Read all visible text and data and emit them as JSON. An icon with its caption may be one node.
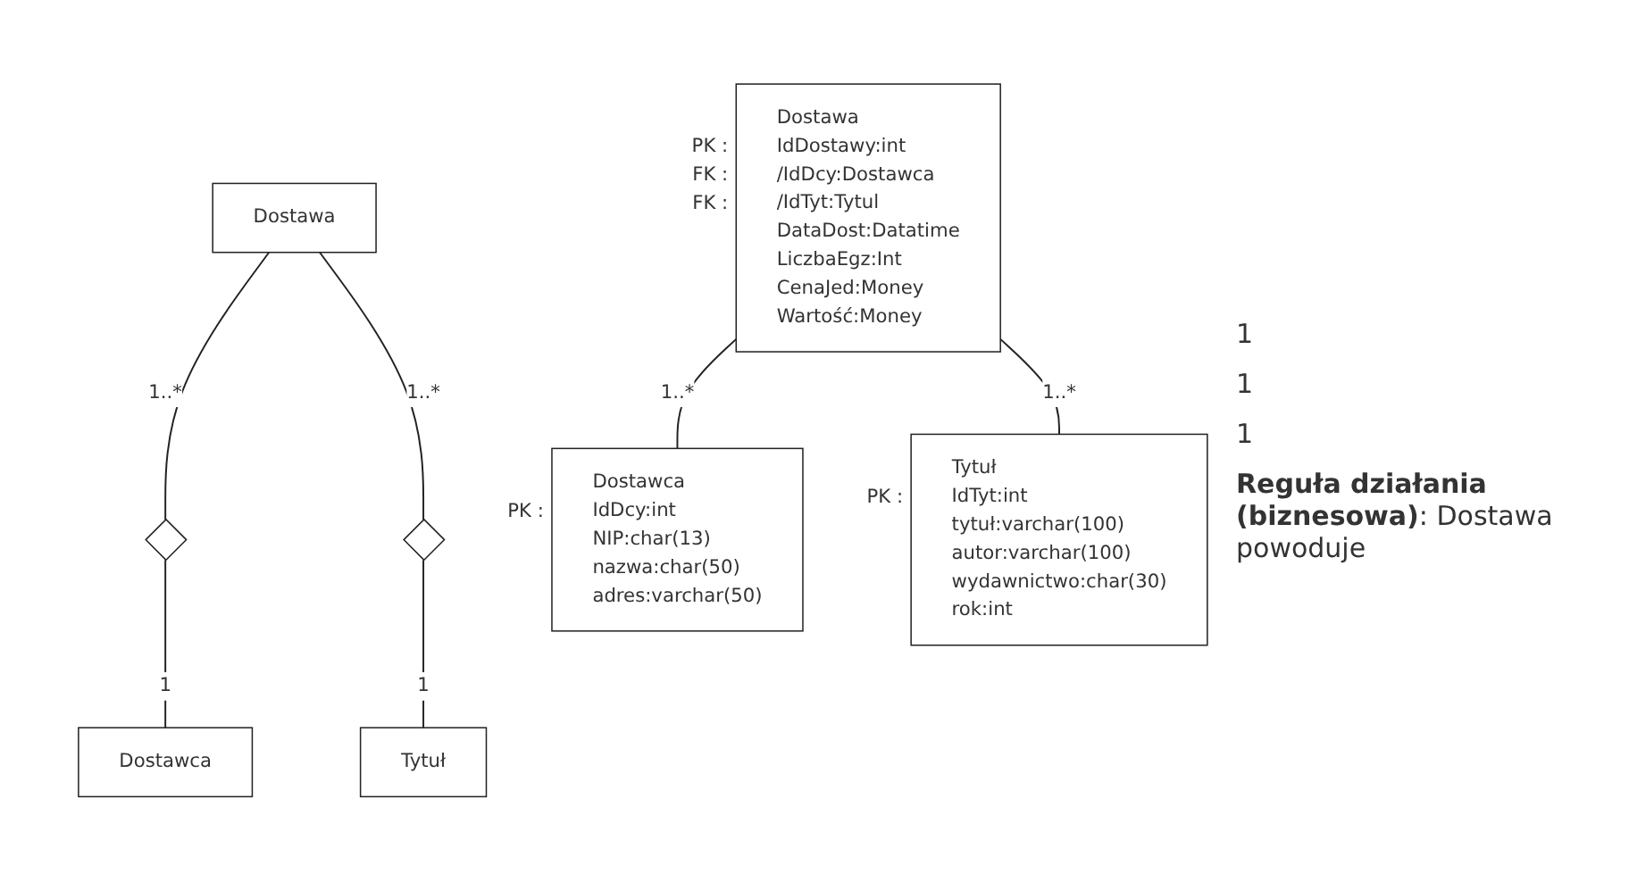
{
  "diagram": {
    "caption": "**Reguła działania (biznesowa)**: Dostawa powoduje",
    "nodes": [
      {
        "text": [
          "Dostawa"
        ]
      },
      {
        "text": [],
        "shape": "diamond"
      },
      {
        "text": [],
        "shape": "diamond"
      },
      {
        "text": [
          "Dostawca"
        ]
      },
      {
        "text": [
          "Tytuł"
        ]
      },
      {
        "text": [
          "Dostawa",
          "IdDostawy:int",
          "/IdDcy:Dostawca",
          "/IdTyt:Tytul",
          "DataDost:Datatime",
          "LiczbaEgz:Int",
          "CenaJed:Money",
          "Wartość:Money"
        ],
        "beside": [
          "PK :",
          "FK :",
          "FK :"
        ]
      },
      {
        "text": [
          "Dostawca",
          "IdDcy:int",
          "NIP:char(13)",
          "nazwa:char(50)",
          "adres:varchar(50)"
        ],
        "beside": [
          "PK :"
        ]
      },
      {
        "text": [
          "Tytuł",
          "IdTyt:int",
          "tytuł:varchar(100)",
          "autor:varchar(100)",
          "wydawnictwo:char(30)",
          "rok:int"
        ],
        "beside": [
          "PK :"
        ]
      }
    ],
    "edges": [
      {
        "from": 0,
        "to": 1,
        "arrow": "none",
        "label": "1..*"
      },
      {
        "from": 1,
        "to": 3,
        "arrow": "none",
        "label": "1"
      },
      {
        "from": 0,
        "to": 2,
        "arrow": "none",
        "label": "1..*"
      },
      {
        "from": 2,
        "to": 4,
        "arrow": "none",
        "label": "1"
      },
      {
        "from": 5,
        "to": 6,
        "arrow": "none",
        "label": "1..*"
      },
      {
        "from": 5,
        "to": 7,
        "arrow": "none",
        "label": "1..*"
      }
    ],
    "labels": [
      "1",
      "1",
      "1"
    ]
  }
}
